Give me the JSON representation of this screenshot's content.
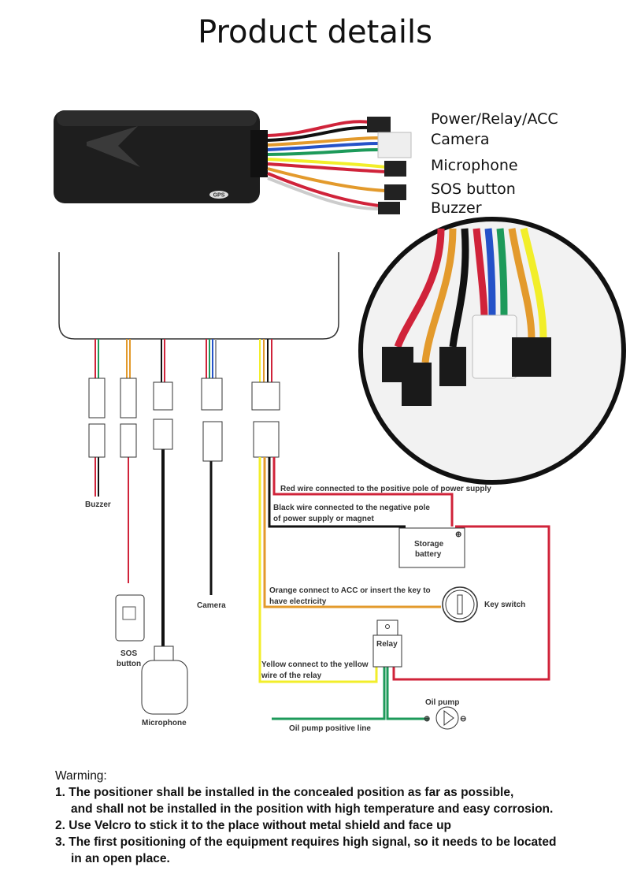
{
  "title": "Product details",
  "port_labels": [
    "Power/Relay/ACC",
    "Camera",
    "Microphone",
    "SOS button",
    "Buzzer"
  ],
  "device": {
    "brand_mark": "GPS"
  },
  "diagram": {
    "buzzer": "Buzzer",
    "sos": [
      "SOS",
      "button"
    ],
    "microphone": "Microphone",
    "camera": "Camera",
    "red_wire": "Red wire connected to the positive pole of power supply",
    "black_wire": [
      "Black wire connected to the negative pole",
      "of power supply or magnet"
    ],
    "battery": [
      "Storage",
      "battery"
    ],
    "orange_wire": [
      "Orange connect to ACC or insert the key to",
      "have electricity"
    ],
    "key_switch": "Key switch",
    "relay": "Relay",
    "yellow_wire": [
      "Yellow connect to the yellow",
      " wire of the relay"
    ],
    "oil_pump": "Oil pump",
    "oil_pump_line": "Oil pump positive line",
    "plus": "⊕",
    "minus": "⊖"
  },
  "colors": {
    "red": "#d0233a",
    "black": "#111111",
    "orange": "#e39a2c",
    "yellow": "#f2ee2a",
    "green": "#1d9a5a",
    "blue": "#2552c8"
  },
  "warning": {
    "heading": "Warming:",
    "items": [
      "1. The positioner shall be installed in the concealed position as far as possible,",
      "and shall not be installed in the position with high temperature and easy corrosion.",
      "2. Use Velcro to stick it to the place without metal shield and face up",
      "3. The first positioning of the equipment requires high signal, so it needs to be located",
      "in an open place."
    ]
  }
}
